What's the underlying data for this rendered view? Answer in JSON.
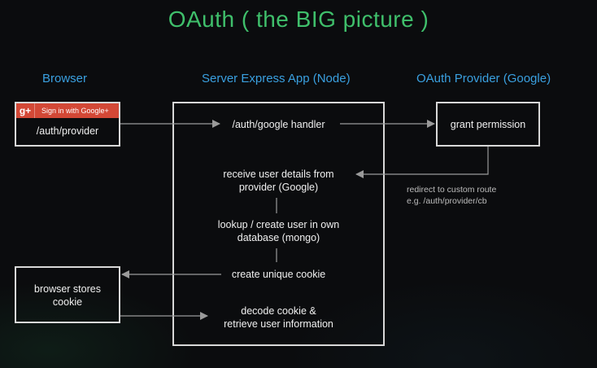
{
  "title": "OAuth ( the BIG picture )",
  "columns": {
    "browser": "Browser",
    "server": "Server Express App (Node)",
    "provider": "OAuth Provider (Google)"
  },
  "google_button": {
    "logo": "g+",
    "label": "Sign in with Google+"
  },
  "nodes": {
    "auth_provider": "/auth/provider",
    "google_handler": "/auth/google handler",
    "grant_permission": "grant permission",
    "receive_details": "receive user details from\nprovider (Google)",
    "lookup_create": "lookup / create user in own\ndatabase (mongo)",
    "create_cookie": "create unique cookie",
    "decode_cookie": "decode cookie &\nretrieve user information",
    "browser_stores": "browser stores\ncookie"
  },
  "redirect_note": "redirect to custom route\ne.g. /auth/provider/cb",
  "colors": {
    "title": "#3fbf6b",
    "column_label": "#3aa0e0",
    "box_border": "#d8d8d8",
    "arrow": "#9a9a9a",
    "google_red": "#d34836"
  },
  "icons": [
    "google-plus-icon",
    "arrow-icon"
  ]
}
